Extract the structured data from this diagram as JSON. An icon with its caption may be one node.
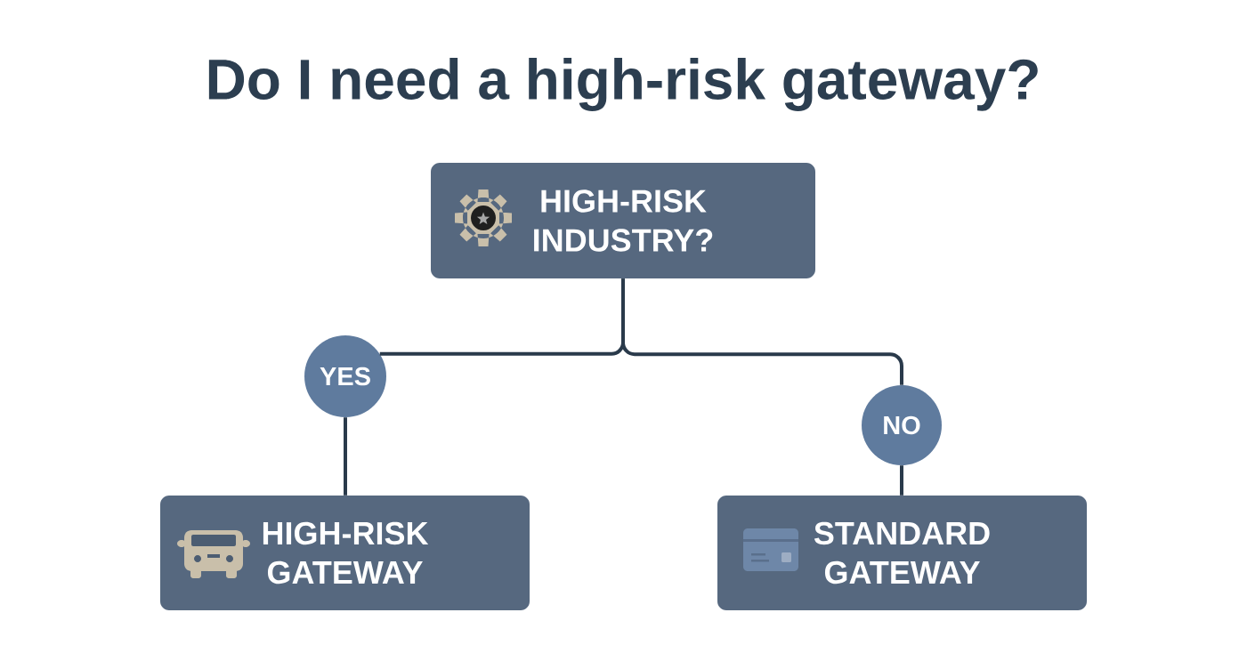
{
  "diagram": {
    "title": "Do I need a high-risk gateway?",
    "nodes": [
      {
        "text": [
          "HIGH-RISK INDUSTRY?"
        ]
      },
      {
        "text": [
          "YES"
        ]
      },
      {
        "text": [
          "NO"
        ]
      },
      {
        "text": [
          "HIGH-RISK GATEWAY"
        ]
      },
      {
        "text": [
          "STANDARD GATEWAY"
        ]
      }
    ],
    "edges": [
      {
        "from": 0,
        "to": 1,
        "arrow": "none"
      },
      {
        "from": 0,
        "to": 2,
        "arrow": "none"
      },
      {
        "from": 1,
        "to": 3,
        "arrow": "none"
      },
      {
        "from": 2,
        "to": 4,
        "arrow": "none"
      }
    ]
  }
}
